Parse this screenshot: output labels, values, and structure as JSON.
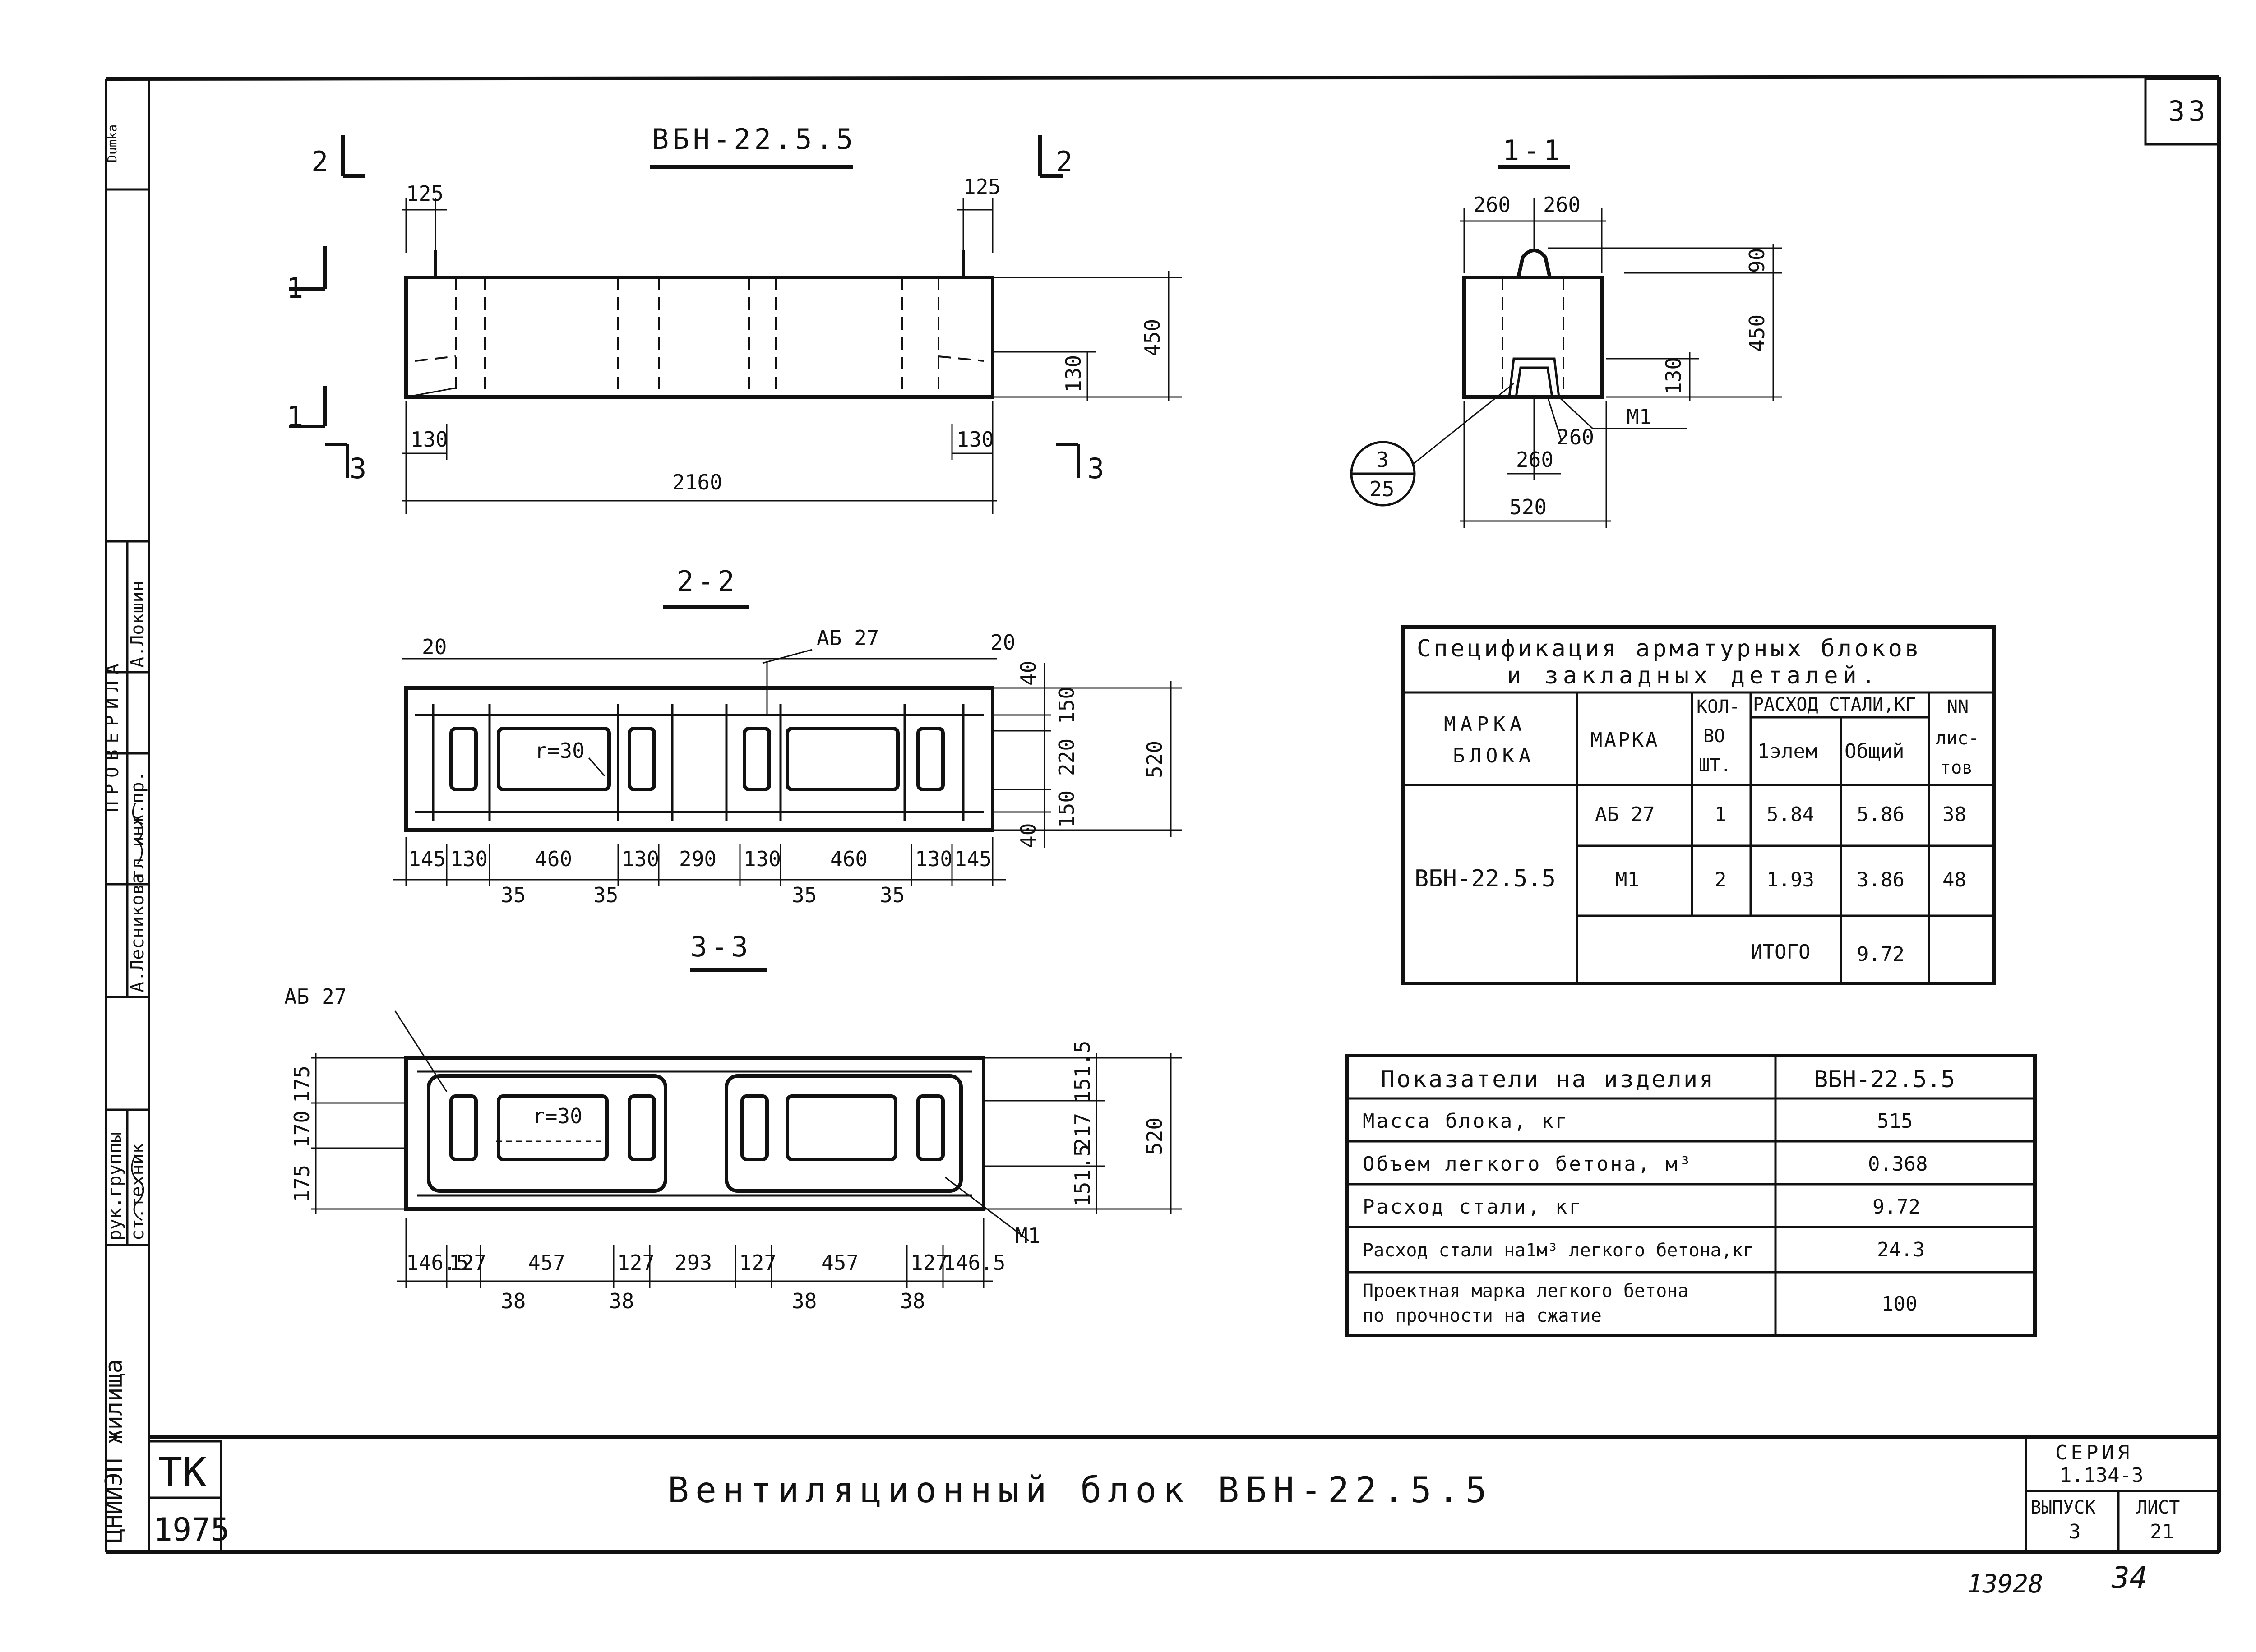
{
  "sheet_number": "33",
  "main_title": "ВБН-22.5.5",
  "cut_labels": {
    "c1": "1",
    "c2": "2",
    "c3": "3"
  },
  "elevation_dims": {
    "d125": "125",
    "d450": "450",
    "d130": "130",
    "d2160": "2160"
  },
  "section_1_1": {
    "title": "1-1",
    "d260": "260",
    "d90": "90",
    "d450": "450",
    "d130": "130",
    "d520": "520",
    "m1": "М1",
    "callout_top": "3",
    "callout_bottom": "25"
  },
  "section_2_2": {
    "title": "2-2",
    "label_ab": "АБ 27",
    "r_label": "r=30",
    "d20": "20",
    "d40": "40",
    "d150": "150",
    "d220": "220",
    "d520": "520",
    "bottom": [
      "145",
      "130",
      "460",
      "130",
      "290",
      "130",
      "460",
      "130",
      "145"
    ],
    "d35": "35"
  },
  "section_3_3": {
    "title": "3-3",
    "label_ab": "АБ 27",
    "label_m1": "М1",
    "r_label": "r=30",
    "left_dims": [
      "175",
      "170",
      "175"
    ],
    "right_dims": [
      "151.5",
      "217",
      "151.5"
    ],
    "d520": "520",
    "bottom": [
      "146.5",
      "127",
      "457",
      "127",
      "293",
      "127",
      "457",
      "127",
      "146.5"
    ],
    "d38": "38"
  },
  "spec_table": {
    "title1": "Спецификация арматурных блоков",
    "title2": "и закладных деталей.",
    "h_block_mark": "МАРКА БЛОКА",
    "h_block_mark_l1": "МАРКА",
    "h_block_mark_l2": "БЛОКА",
    "h_mark": "МАРКА",
    "h_qty_l1": "КОЛ-",
    "h_qty_l2": "ВО",
    "h_qty_l3": "ШТ.",
    "h_steel": "РАСХОД СТАЛИ,КГ",
    "h_per": "1элем",
    "h_total": "Общий",
    "h_sheets_l1": "NN",
    "h_sheets_l2": "лис-",
    "h_sheets_l3": "тов",
    "block": "ВБН-22.5.5",
    "rows": [
      {
        "mark": "АБ 27",
        "qty": "1",
        "per": "5.84",
        "total": "5.86",
        "sheets": "38"
      },
      {
        "mark": "М1",
        "qty": "2",
        "per": "1.93",
        "total": "3.86",
        "sheets": "48"
      }
    ],
    "sum_label": "ИТОГО",
    "sum_value": "9.72"
  },
  "indicators_table": {
    "h_name": "Показатели на изделия",
    "h_val": "ВБН-22.5.5",
    "rows": [
      {
        "name": "Масса блока, кг",
        "value": "515"
      },
      {
        "name": "Объем легкого бетона, м³",
        "value": "0.368"
      },
      {
        "name": "Расход стали, кг",
        "value": "9.72"
      },
      {
        "name": "Расход стали на1м³ легкого бетона,кг",
        "value": "24.3"
      },
      {
        "name": "Проектная марка легкого бетона",
        "name2": "по прочности на сжатие",
        "value": "100"
      }
    ]
  },
  "left_strip": {
    "org": "ЦНИИЭП жилища",
    "roles": [
      "рук.группы",
      "ст.техник"
    ],
    "person1": "А.Лесникова",
    "person2": "гл.инж.пр.",
    "person3": "А.Локшин",
    "checked": "ПРОВЕРИЛА",
    "top": "Dumka"
  },
  "title_block": {
    "code": "ТК",
    "year": "1975",
    "title": "Вентиляционный блок ВБН-22.5.5",
    "series_label": "СЕРИЯ",
    "series": "1.134-3",
    "issue_label": "ВЫПУСК",
    "issue": "3",
    "sheet_label": "ЛИСТ",
    "sheet": "21"
  },
  "footer": {
    "n1": "13928",
    "n2": "34"
  }
}
